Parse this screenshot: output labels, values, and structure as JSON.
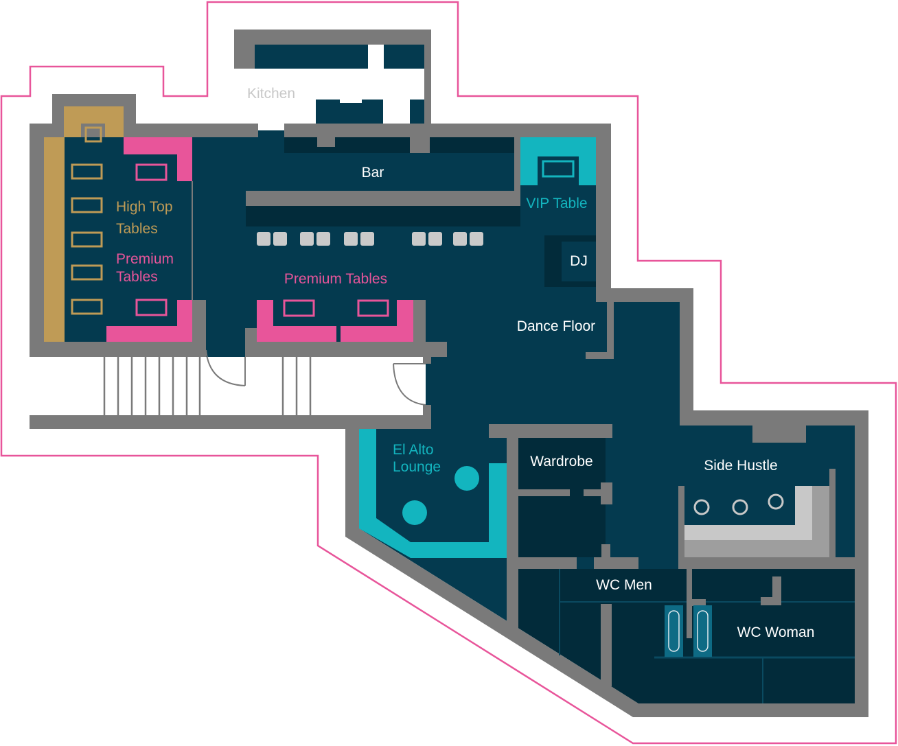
{
  "colors": {
    "floor": "#043a4f",
    "floor_dark": "#022b3a",
    "wall": "#7a7a7a",
    "outline": "#e8559a",
    "premium": "#e8559a",
    "high_top": "#bf9b56",
    "vip": "#13b5bf",
    "text": "#ffffff",
    "kitchen_text": "#c8c8c8"
  },
  "labels": {
    "kitchen": "Kitchen",
    "bar": "Bar",
    "vip_table": "VIP Table",
    "dj": "DJ",
    "high_top_line1": "High Top",
    "high_top_line2": "Tables",
    "premium_left_line1": "Premium",
    "premium_left_line2": "Tables",
    "premium_tables": "Premium Tables",
    "dance_floor": "Dance Floor",
    "el_alto_line1": "El Alto",
    "el_alto_line2": "Lounge",
    "wardrobe": "Wardrobe",
    "side_hustle": "Side Hustle",
    "wc_men": "WC Men",
    "wc_woman": "WC Woman"
  }
}
